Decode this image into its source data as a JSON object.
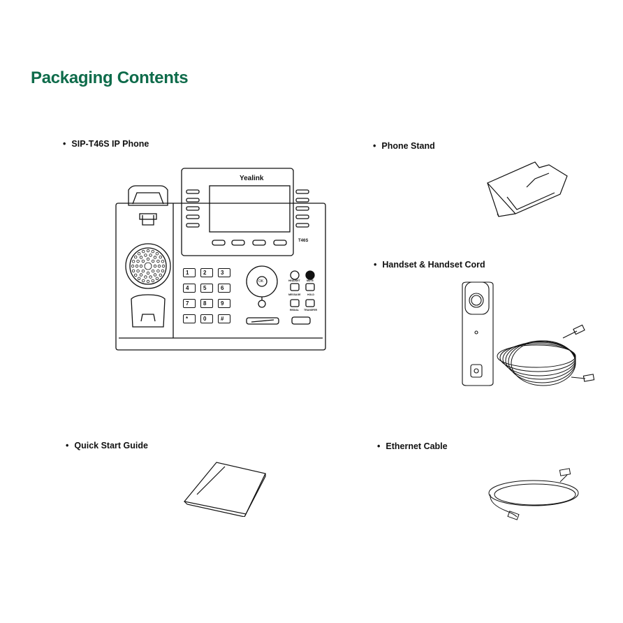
{
  "page": {
    "title": "Packaging Contents"
  },
  "items": [
    {
      "label": "SIP-T46S IP Phone"
    },
    {
      "label": "Phone Stand"
    },
    {
      "label": "Handset & Handset Cord"
    },
    {
      "label": "Quick Start Guide"
    },
    {
      "label": "Ethernet Cable"
    }
  ],
  "phone": {
    "brand": "Yealink",
    "model": "T46S",
    "keys": [
      "1",
      "2",
      "3",
      "4",
      "5",
      "6",
      "7",
      "8",
      "9",
      "*",
      "0",
      "#"
    ],
    "function_labels": [
      "HEADSET",
      "MUTE",
      "MESSAGE",
      "HOLD",
      "REDIAL",
      "TRANSFER"
    ],
    "ok_label": "OK"
  },
  "bullet": "•"
}
